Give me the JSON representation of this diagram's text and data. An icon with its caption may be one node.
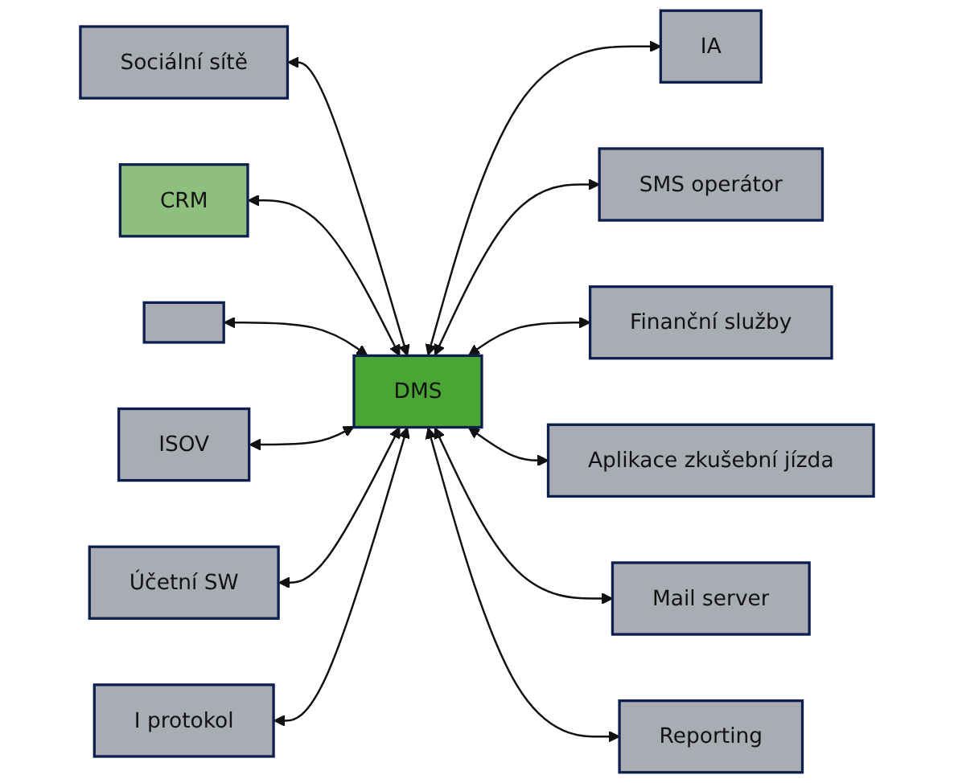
{
  "diagram": {
    "nodes": [
      {
        "text": [
          "Sociální sítě"
        ]
      },
      {
        "text": [
          "CRM"
        ]
      },
      {
        "text": [
          "IA"
        ]
      },
      {
        "text": [],
        "shape": "box"
      },
      {
        "text": [
          "DMS"
        ]
      },
      {
        "text": [
          "SMS operátor"
        ]
      },
      {
        "text": [
          "ISOV"
        ]
      },
      {
        "text": [
          "Finanční služby"
        ]
      },
      {
        "text": [
          "Účetní SW"
        ]
      },
      {
        "text": [
          "Aplikace zkušební jízda"
        ]
      },
      {
        "text": [
          "I protokol"
        ]
      },
      {
        "text": [
          "Mail server"
        ]
      },
      {
        "text": [
          "Reporting"
        ]
      }
    ],
    "edges": [
      {
        "from": 0,
        "to": 4,
        "arrow": "both"
      },
      {
        "from": 1,
        "to": 4,
        "arrow": "both"
      },
      {
        "from": 4,
        "to": 2,
        "arrow": "both"
      },
      {
        "from": 3,
        "to": 4,
        "arrow": "both"
      },
      {
        "from": 4,
        "to": 5,
        "arrow": "both"
      },
      {
        "from": 6,
        "to": 4,
        "arrow": "both"
      },
      {
        "from": 4,
        "to": 7,
        "arrow": "both"
      },
      {
        "from": 8,
        "to": 4,
        "arrow": "both"
      },
      {
        "from": 4,
        "to": 9,
        "arrow": "both"
      },
      {
        "from": 10,
        "to": 4,
        "arrow": "both"
      },
      {
        "from": 4,
        "to": 11,
        "arrow": "both"
      },
      {
        "from": 4,
        "to": 12,
        "arrow": "both"
      }
    ]
  }
}
